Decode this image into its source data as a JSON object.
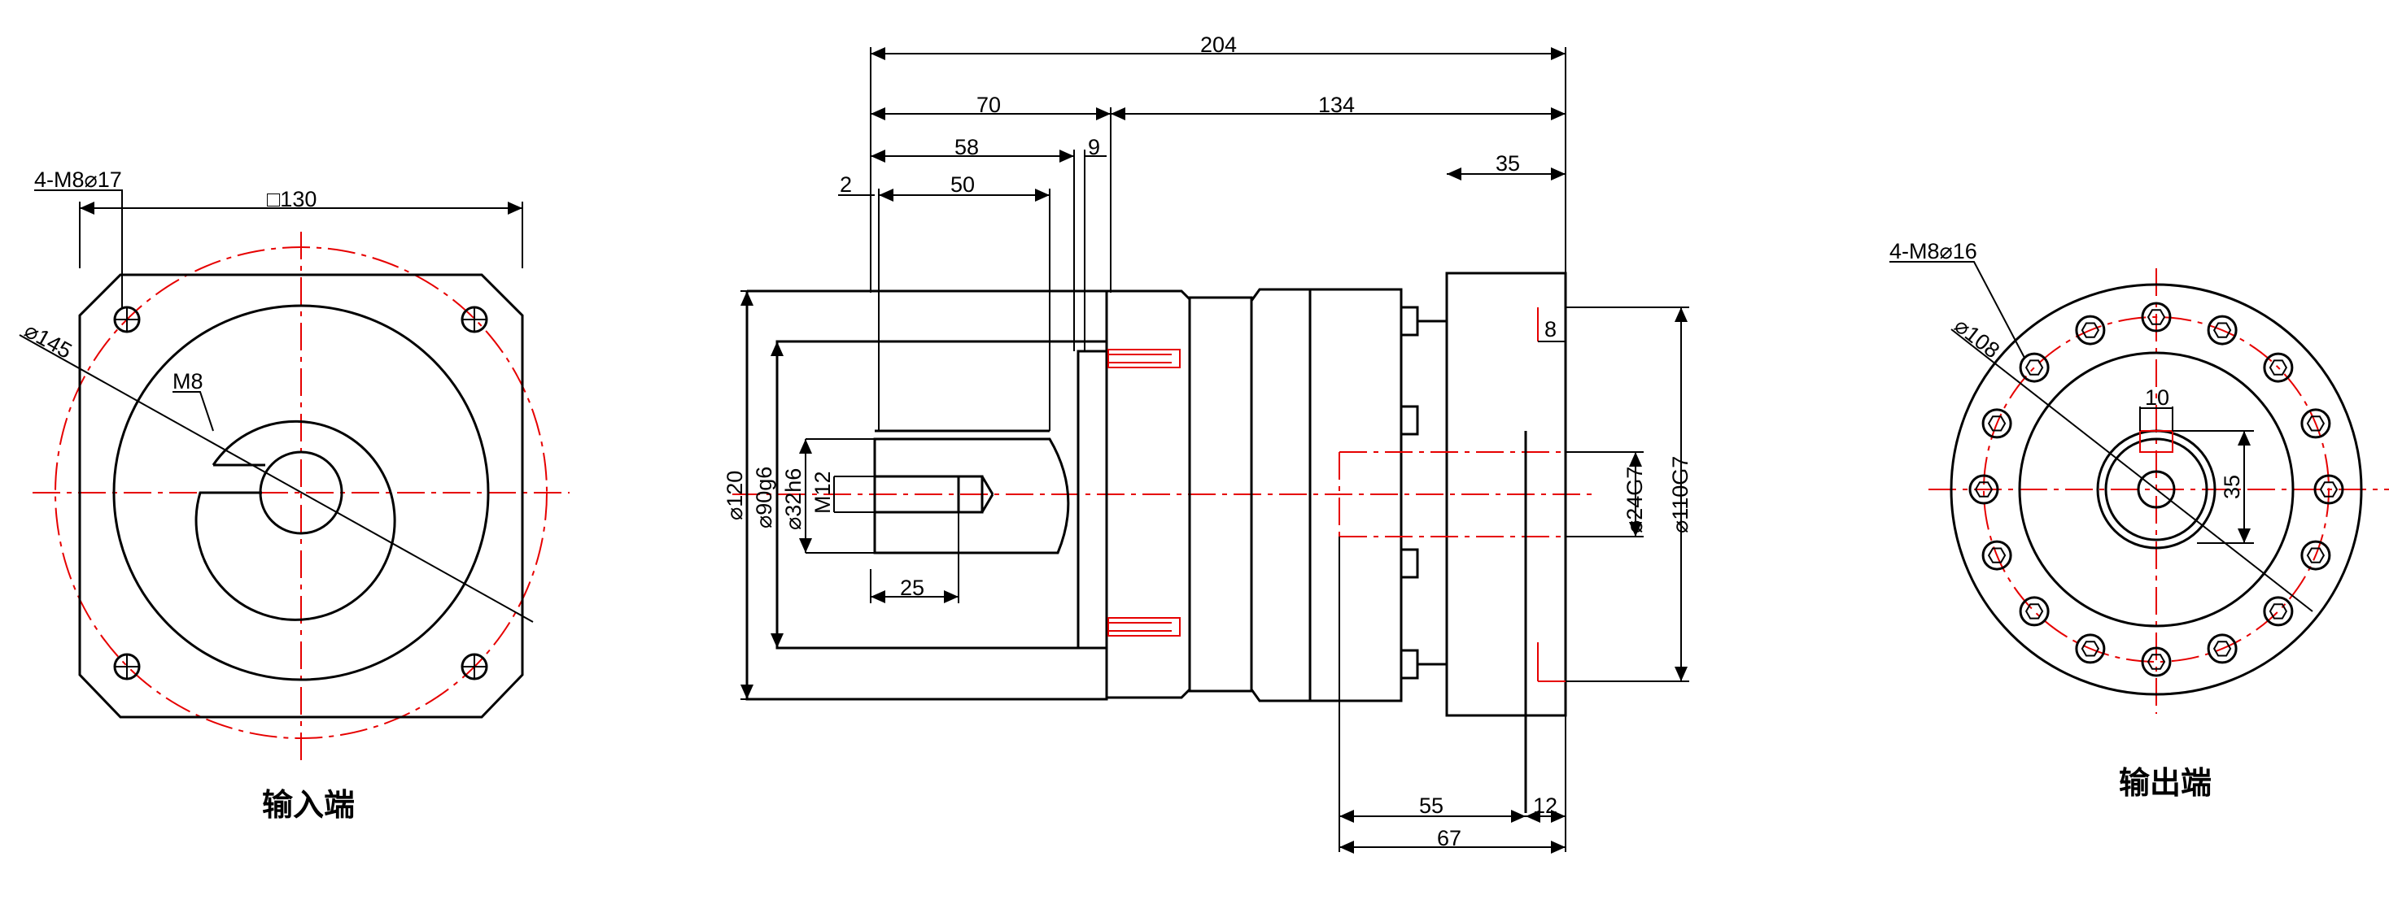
{
  "left_view": {
    "bolt_spec": "4-M8⌀17",
    "square": "□130",
    "pcd": "⌀145",
    "thread": "M8",
    "caption": "输入端"
  },
  "side_view": {
    "total_length": "204",
    "input_length": "70",
    "output_length": "134",
    "dim_58": "58",
    "dim_9": "9",
    "dim_2": "2",
    "dim_50": "50",
    "dim_35": "35",
    "dim_8": "8",
    "dia_120": "⌀120",
    "dia_90": "⌀90g6",
    "dia_32": "⌀32h6",
    "thread": "M12",
    "dim_25": "25",
    "dia_24": "⌀24G7",
    "dia_110": "⌀110G7",
    "dim_55": "55",
    "dim_12": "12",
    "dim_67": "67"
  },
  "right_view": {
    "bolt_spec": "4-M8⌀16",
    "pcd": "⌀108",
    "key_width": "10",
    "key_height": "35",
    "caption": "输出端"
  }
}
